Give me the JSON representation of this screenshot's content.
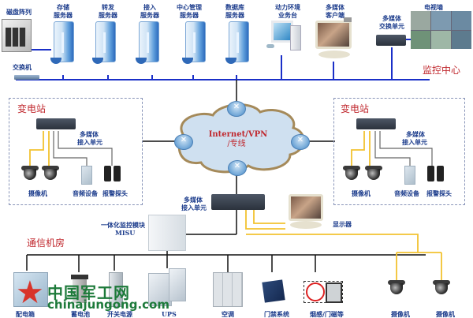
{
  "diagram": {
    "zones": {
      "monitoring_center": "监控中心",
      "substation_left": "变电站",
      "substation_right": "变电站",
      "comm_room": "通信机房"
    },
    "network": {
      "cloud_line1": "Internet/VPN",
      "cloud_line2": "/专线"
    },
    "center_devices": [
      {
        "id": "disk-array",
        "label": "磁盘阵列"
      },
      {
        "id": "storage-server",
        "label_line1": "存储",
        "label_line2": "服务器"
      },
      {
        "id": "forward-server",
        "label_line1": "转发",
        "label_line2": "服务器"
      },
      {
        "id": "access-server",
        "label_line1": "接入",
        "label_line2": "服务器"
      },
      {
        "id": "central-mgmt-server",
        "label_line1": "中心管理",
        "label_line2": "服务器"
      },
      {
        "id": "database-server",
        "label_line1": "数据库",
        "label_line2": "服务器"
      },
      {
        "id": "power-env-console",
        "label_line1": "动力环境",
        "label_line2": "业务台"
      },
      {
        "id": "multimedia-client",
        "label_line1": "多媒体",
        "label_line2": "客户端"
      },
      {
        "id": "multimedia-switch-unit",
        "label_line1": "多媒体",
        "label_line2": "交换单元"
      },
      {
        "id": "video-wall",
        "label": "电视墙"
      },
      {
        "id": "switch",
        "label": "交换机"
      }
    ],
    "substation_devices": {
      "access_unit_line1": "多媒体",
      "access_unit_line2": "接入单元",
      "camera": "摄像机",
      "audio": "音频设备",
      "alarm_probe": "报警探头"
    },
    "middle_devices": {
      "access_unit_line1": "多媒体",
      "access_unit_line2": "接入单元",
      "misu_line1": "一体化监控模块",
      "misu_line2": "MISU",
      "display": "显示器"
    },
    "comm_room_devices": [
      {
        "id": "distribution-box",
        "label": "配电箱"
      },
      {
        "id": "battery",
        "label": "蓄电池"
      },
      {
        "id": "switching-power",
        "label": "开关电源"
      },
      {
        "id": "ups",
        "label": "UPS"
      },
      {
        "id": "air-conditioner",
        "label": "空调"
      },
      {
        "id": "access-control",
        "label": "门禁系统"
      },
      {
        "id": "smoke-door-sensor",
        "label": "烟感/门磁等"
      }
    ],
    "remote_cameras": [
      "摄像机",
      "摄像机"
    ],
    "watermark": {
      "cn": "中国军工网",
      "en": "chinajungong.com"
    },
    "colors": {
      "bus_blue": "#1a2fc8",
      "wire_black": "#111111",
      "wire_yellow": "#f2c230",
      "wire_gray": "#666666",
      "zone_red": "#c0282e",
      "label_blue": "#1c3c8c",
      "watermark_green": "#1d7a3a"
    }
  }
}
